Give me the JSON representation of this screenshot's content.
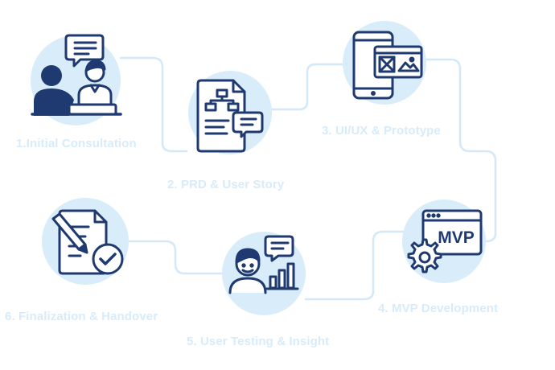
{
  "colors": {
    "ink": "#1e3a70",
    "circle_fill": "#d9ecfa",
    "connector": "#d3e8f8",
    "label": "#d7ebfa",
    "icon_paper": "#ffffff",
    "icon_accent": "#d9ecfa"
  },
  "steps": [
    {
      "label": "1.Initial Consultation",
      "icon": "consultation-icon"
    },
    {
      "label": "2. PRD & User Story",
      "icon": "prd-document-icon"
    },
    {
      "label": "3. UI/UX & Prototype",
      "icon": "prototype-phone-icon"
    },
    {
      "label": "4. MVP Development",
      "icon": "mvp-browser-gear-icon"
    },
    {
      "label": "5. User Testing & Insight",
      "icon": "user-testing-chart-icon"
    },
    {
      "label": "6. Finalization & Handover",
      "icon": "finalization-document-icon"
    }
  ],
  "icon_text": {
    "mvp": "MVP"
  }
}
